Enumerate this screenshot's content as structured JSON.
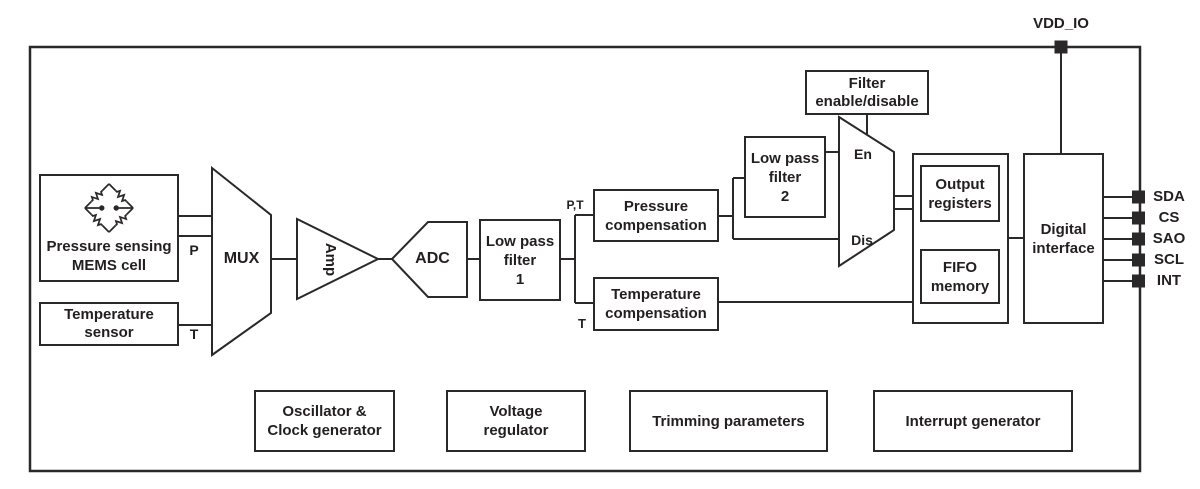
{
  "colors": {
    "line": "#2b2829",
    "text": "#231f20",
    "background": "#ffffff"
  },
  "power": {
    "vdd_label": "VDD_IO"
  },
  "blocks": {
    "mems": "Pressure sensing\nMEMS cell",
    "temp_sensor": "Temperature\nsensor",
    "mux": "MUX",
    "amp": "Amp",
    "adc": "ADC",
    "lpf1": "Low pass\nfilter\n1",
    "pressure_comp": "Pressure\ncompensation",
    "temp_comp": "Temperature\ncompensation",
    "lpf2": "Low pass\nfilter\n2",
    "filter_enable": "Filter\nenable/disable",
    "output_registers": "Output\nregisters",
    "fifo_memory": "FIFO\nmemory",
    "digital_interface": "Digital\ninterface",
    "oscillator": "Oscillator &\nClock generator",
    "voltage_regulator": "Voltage\nregulator",
    "trimming": "Trimming parameters",
    "interrupt_generator": "Interrupt generator"
  },
  "signals": {
    "p": "P",
    "t": "T",
    "pt": "P,T",
    "t_mid": "T",
    "en": "En",
    "dis": "Dis"
  },
  "pins": [
    "SDA",
    "CS",
    "SAO",
    "SCL",
    "INT"
  ]
}
